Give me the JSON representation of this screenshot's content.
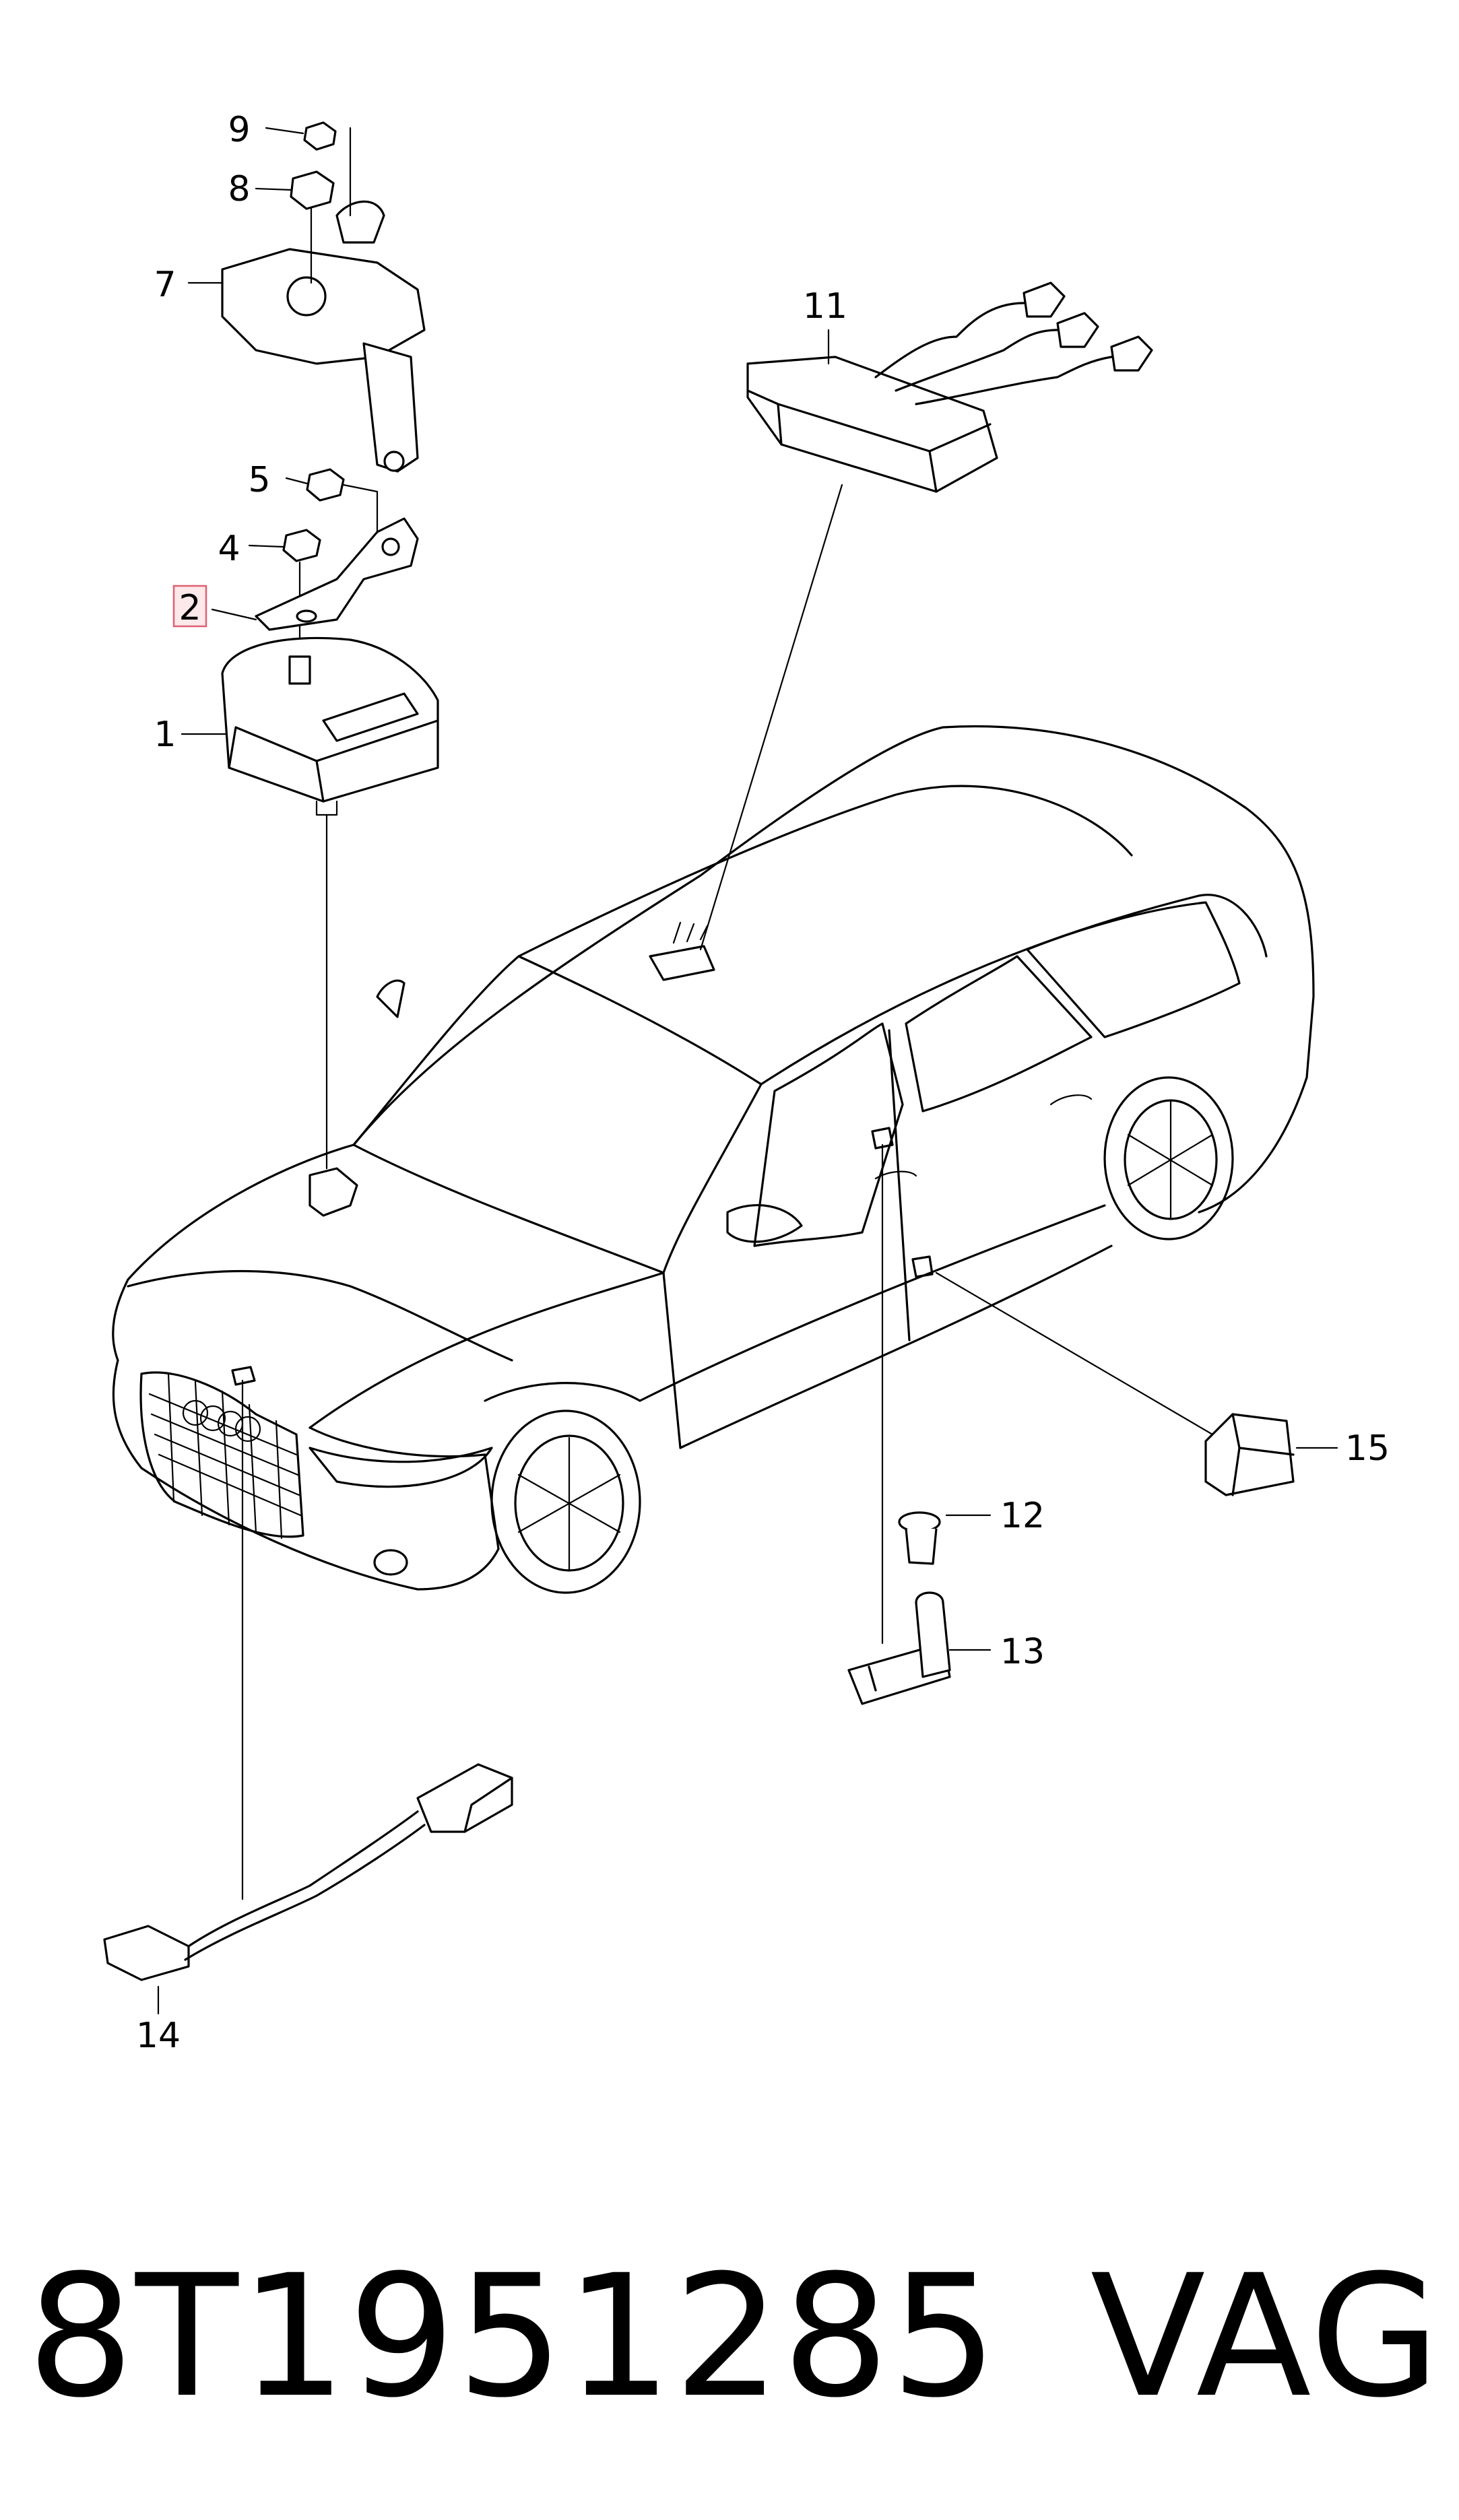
{
  "callouts": {
    "c1": "1",
    "c2": "2",
    "c4": "4",
    "c5": "5",
    "c7": "7",
    "c8": "8",
    "c9": "9",
    "c11": "11",
    "c12": "12",
    "c13": "13",
    "c14": "14",
    "c15": "15"
  },
  "highlighted_callout": "2",
  "highlight_color": "#e06070",
  "footer": {
    "part_number": "8T1951285",
    "brand": "VAG"
  }
}
